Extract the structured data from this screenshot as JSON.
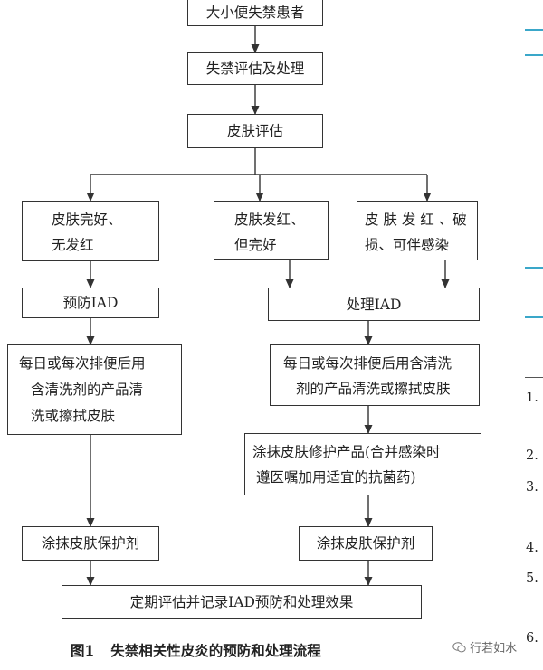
{
  "flowchart": {
    "top": "大小便失禁患者",
    "step2": "失禁评估及处理",
    "step3": "皮肤评估",
    "branch_left": [
      "皮肤完好、",
      "无发红"
    ],
    "branch_mid": [
      "皮肤发红、",
      "但完好"
    ],
    "branch_right": [
      "皮 肤 发 红 、破",
      "损、可伴感染"
    ],
    "prevent": "预防IAD",
    "treat": "处理IAD",
    "left_clean": [
      "每日或每次排便后用",
      "含清洗剂的产品清",
      "洗或擦拭皮肤"
    ],
    "right_clean": [
      "每日或每次排便后用含清洗",
      "剂的产品清洗或擦拭皮肤"
    ],
    "repair": [
      "涂抹皮肤修护产品(合并感染时",
      "遵医嘱加用适宜的抗菌药)"
    ],
    "left_protect": "涂抹皮肤保护剂",
    "right_protect": "涂抹皮肤保护剂",
    "bottom": "定期评估并记录IAD预防和处理效果"
  },
  "caption": {
    "number": "图1",
    "title": "失禁相关性皮炎的预防和处理流程"
  },
  "edge_numbers": [
    "1.",
    "2.",
    "3.",
    "4.",
    "5.",
    "6."
  ],
  "watermark": {
    "icon": "wechat-icon",
    "text": "行若如水"
  },
  "colors": {
    "accent_rule": "#3aa7c9",
    "line": "#333333"
  }
}
